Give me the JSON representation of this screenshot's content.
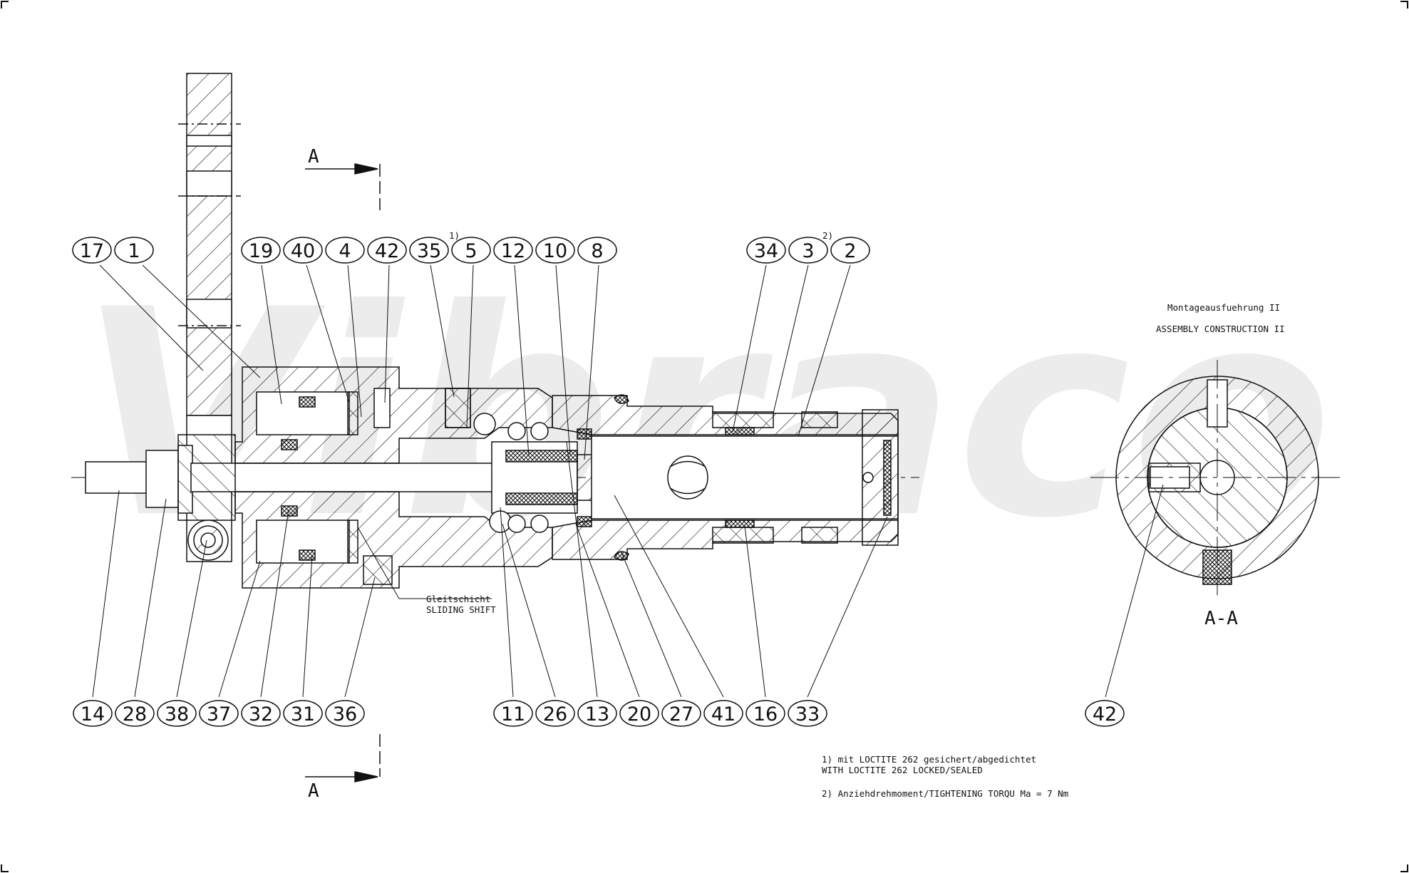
{
  "watermark": "Vibraco",
  "section_markers": {
    "top_letter": "A",
    "bottom_letter": "A",
    "section_view_label": "A-A"
  },
  "assembly_view": {
    "title_de": "Montageausfuehrung II",
    "title_en": "ASSEMBLY CONSTRUCTION II"
  },
  "sliding_layer_label": {
    "de": "Gleitschicht",
    "en": "SLIDING SHIFT"
  },
  "footnote_marks": {
    "on_35": "1)",
    "on_3": "2)"
  },
  "top_callouts": [
    "17",
    "1",
    "19",
    "40",
    "4",
    "42",
    "35",
    "5",
    "12",
    "10",
    "8",
    "34",
    "3",
    "2"
  ],
  "bottom_callouts": [
    "14",
    "28",
    "38",
    "37",
    "32",
    "31",
    "36",
    "11",
    "26",
    "13",
    "20",
    "27",
    "41",
    "16",
    "33"
  ],
  "section_callout": "42",
  "notes": {
    "note1_de": "1) mit LOCTITE 262 gesichert/abgedichtet",
    "note1_en": "WITH LOCTITE 262 LOCKED/SEALED",
    "note2": "2) Anziehdrehmoment/TIGHTENING TORQU Ma = 7 Nm"
  },
  "colors": {
    "line": "#111111",
    "watermark": "#ececec",
    "background": "#ffffff"
  }
}
